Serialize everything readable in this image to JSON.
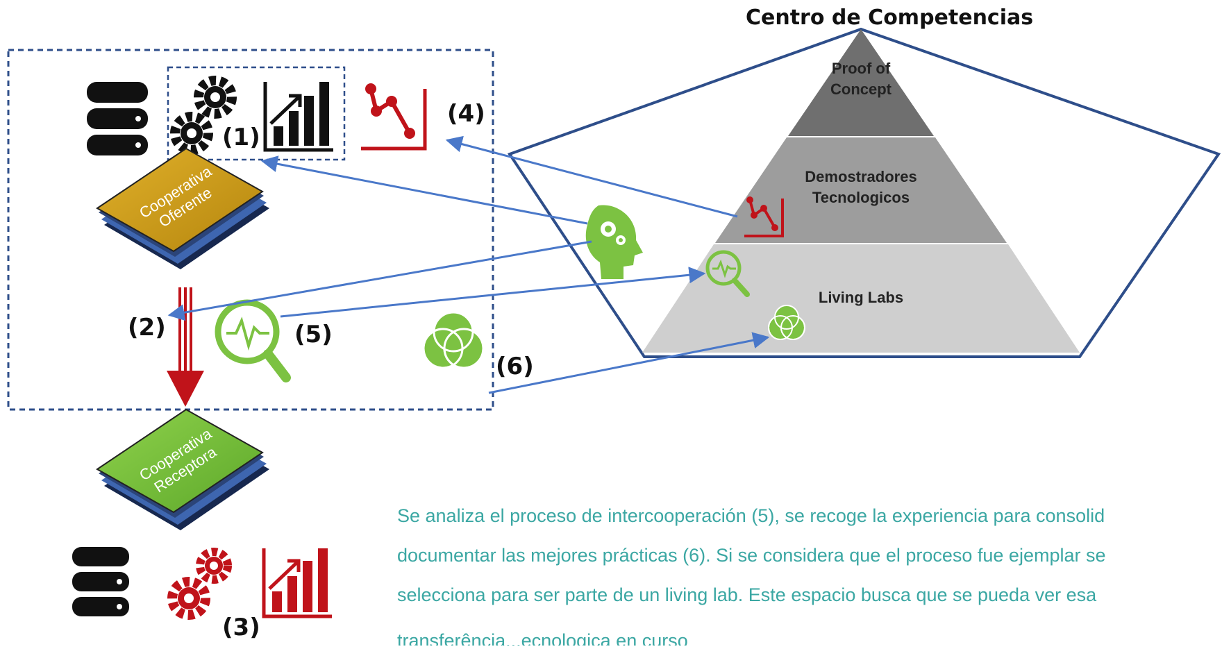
{
  "diagram": {
    "title": "Centro de Competencias",
    "pyramid_levels": {
      "top": "Proof of Concept",
      "middle": "Demostradores Tecnologicos",
      "bottom": "Living Labs"
    },
    "devices": {
      "oferente": "Cooperativa Oferente",
      "receptora": "Cooperativa Receptora"
    },
    "step_labels": [
      "(1)",
      "(2)",
      "(3)",
      "(4)",
      "(5)",
      "(6)"
    ]
  },
  "colors": {
    "green": "#7cc242",
    "red": "#c0131a",
    "blue_arrow": "#4a78c9",
    "frame": "#2e4e8a",
    "text_teal": "#3ba7a3"
  },
  "description": {
    "line1": "Se analiza el proceso de intercooperación (5), se recoge la experiencia para consolid",
    "line2": "documentar las mejores prácticas (6). Si se considera que el proceso fue ejemplar se",
    "line3": "selecciona para ser parte de un living lab. Este espacio busca que se pueda ver esa",
    "line4": "transferência...ecnologica en curso"
  }
}
